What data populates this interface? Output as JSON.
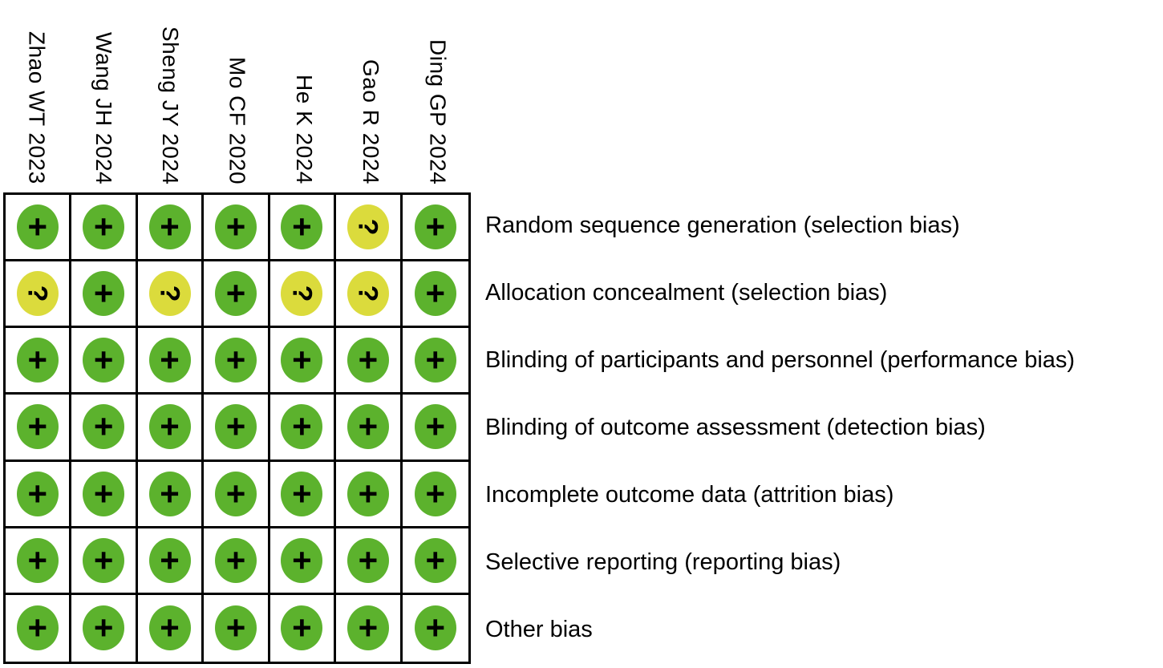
{
  "studies": [
    "Zhao WT 2023",
    "Wang JH 2024",
    "Sheng JY 2024",
    "Mo CF 2020",
    "He K 2024",
    "Gao R 2024",
    "Ding GP 2024"
  ],
  "bias_items": [
    "Random sequence generation (selection bias)",
    "Allocation concealment (selection bias)",
    "Blinding of participants and personnel (performance bias)",
    "Blinding of outcome assessment (detection bias)",
    "Incomplete outcome data (attrition bias)",
    "Selective reporting (reporting bias)",
    "Other bias"
  ],
  "judgements": [
    [
      "low",
      "low",
      "low",
      "low",
      "low",
      "unclear",
      "low"
    ],
    [
      "unclear",
      "low",
      "unclear",
      "low",
      "unclear",
      "unclear",
      "low"
    ],
    [
      "low",
      "low",
      "low",
      "low",
      "low",
      "low",
      "low"
    ],
    [
      "low",
      "low",
      "low",
      "low",
      "low",
      "low",
      "low"
    ],
    [
      "low",
      "low",
      "low",
      "low",
      "low",
      "low",
      "low"
    ],
    [
      "low",
      "low",
      "low",
      "low",
      "low",
      "low",
      "low"
    ],
    [
      "low",
      "low",
      "low",
      "low",
      "low",
      "low",
      "low"
    ]
  ],
  "symbols": {
    "low": "+",
    "unclear": "?"
  },
  "colors": {
    "low": "#5CB22D",
    "unclear": "#DBDB3C",
    "symbol": "#000000",
    "grid_line": "#000000",
    "background": "#FFFFFF"
  },
  "chart_data": {
    "type": "heatmap",
    "title": "",
    "x_categories": [
      "Zhao WT 2023",
      "Wang JH 2024",
      "Sheng JY 2024",
      "Mo CF 2020",
      "He K 2024",
      "Gao R 2024",
      "Ding GP 2024"
    ],
    "y_categories": [
      "Random sequence generation (selection bias)",
      "Allocation concealment (selection bias)",
      "Blinding of participants and personnel (performance bias)",
      "Blinding of outcome assessment (detection bias)",
      "Incomplete outcome data (attrition bias)",
      "Selective reporting (reporting bias)",
      "Other bias"
    ],
    "values": [
      [
        "low",
        "low",
        "low",
        "low",
        "low",
        "unclear",
        "low"
      ],
      [
        "unclear",
        "low",
        "unclear",
        "low",
        "unclear",
        "unclear",
        "low"
      ],
      [
        "low",
        "low",
        "low",
        "low",
        "low",
        "low",
        "low"
      ],
      [
        "low",
        "low",
        "low",
        "low",
        "low",
        "low",
        "low"
      ],
      [
        "low",
        "low",
        "low",
        "low",
        "low",
        "low",
        "low"
      ],
      [
        "low",
        "low",
        "low",
        "low",
        "low",
        "low",
        "low"
      ],
      [
        "low",
        "low",
        "low",
        "low",
        "low",
        "low",
        "low"
      ]
    ],
    "cell_symbols": {
      "low": "+",
      "unclear": "?"
    },
    "cell_colors": {
      "low": "#5CB22D",
      "unclear": "#DBDB3C"
    },
    "legend_position": "none",
    "grid": true
  }
}
